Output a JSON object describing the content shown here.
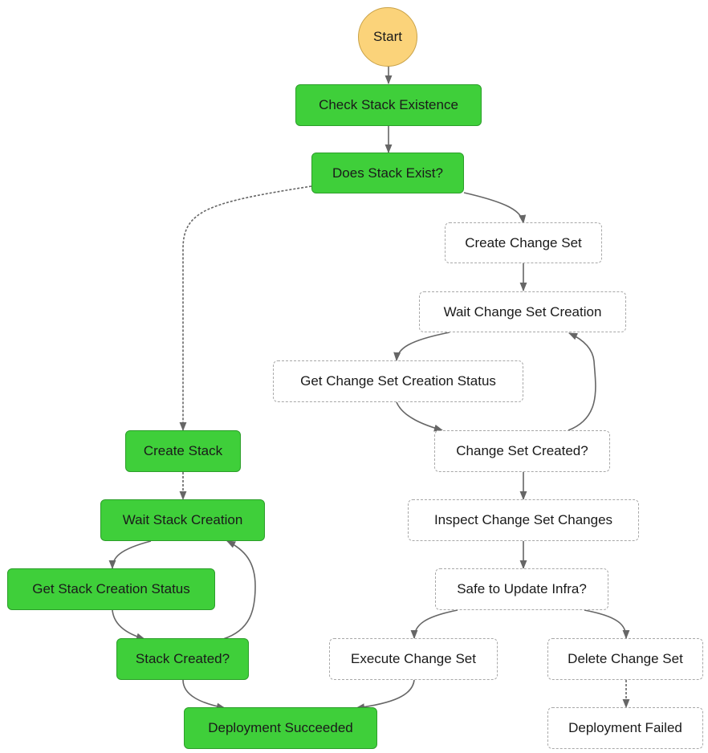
{
  "colors": {
    "succeeded": "#3fcf3a",
    "not_executed": "#ffffff",
    "start": "#fbd37a",
    "edge": "#666666"
  },
  "states": {
    "start": "Start",
    "check_stack_existence": "Check Stack Existence",
    "does_stack_exist": "Does Stack Exist?",
    "create_change_set": "Create Change Set",
    "wait_change_set_creation": "Wait Change Set Creation",
    "get_change_set_creation_status": "Get Change Set Creation Status",
    "change_set_created": "Change Set Created?",
    "inspect_change_set_changes": "Inspect Change Set Changes",
    "safe_to_update_infra": "Safe to Update Infra?",
    "execute_change_set": "Execute Change Set",
    "delete_change_set": "Delete Change Set",
    "deployment_failed": "Deployment Failed",
    "create_stack": "Create Stack",
    "wait_stack_creation": "Wait Stack Creation",
    "get_stack_creation_status": "Get Stack Creation Status",
    "stack_created": "Stack Created?",
    "deployment_succeeded": "Deployment Succeeded"
  }
}
